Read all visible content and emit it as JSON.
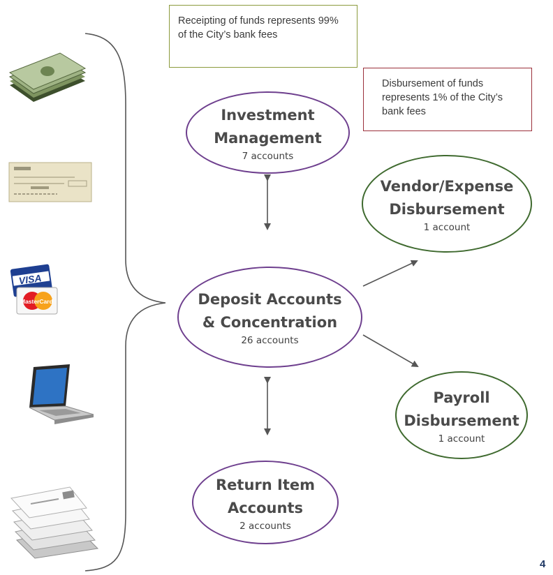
{
  "notes": {
    "receipting": "Receipting of funds represents 99% of the City’s bank fees",
    "disbursement": "Disbursement of funds represents 1% of the City’s bank fees"
  },
  "nodes": {
    "investment": {
      "title_line1": "Investment",
      "title_line2": "Management",
      "count": "7 accounts"
    },
    "deposit": {
      "title_line1": "Deposit Accounts",
      "title_line2": "& Concentration",
      "count": "26 accounts"
    },
    "return_item": {
      "title_line1": "Return Item",
      "title_line2": "Accounts",
      "count": "2 accounts"
    },
    "vendor": {
      "title_line1": "Vendor/Expense",
      "title_line2": "Disbursement",
      "count": "1 account"
    },
    "payroll": {
      "title_line1": "Payroll",
      "title_line2": "Disbursement",
      "count": "1 account"
    }
  },
  "payment_icons": [
    "cash-icon",
    "check-icon",
    "credit-card-icon",
    "laptop-icon",
    "mail-icon"
  ],
  "card_labels": {
    "visa": "VISA",
    "mastercard": "MasterCard"
  },
  "colors": {
    "purple_border": "#6e3f8e",
    "green_border": "#3f6a2f",
    "olive_note_border": "#8c9a3c",
    "red_note_border": "#9b2f3a",
    "page_number": "#1f3864"
  },
  "page_number": "4"
}
